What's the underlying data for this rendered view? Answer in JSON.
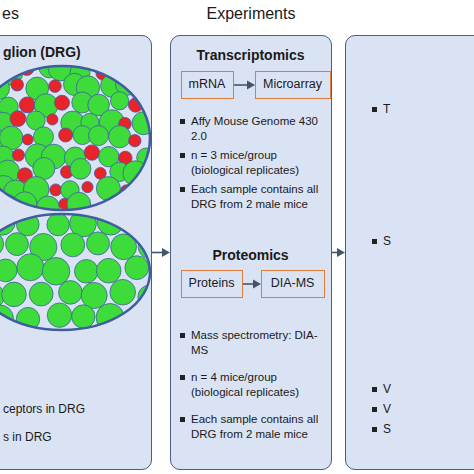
{
  "diagram": {
    "nodes": [
      {
        "text": [
          "glion (DRG)",
          "ceptors in DRG",
          "s in DRG"
        ]
      },
      {
        "text": [
          "Transcriptomics",
          "Affy Mouse Genome 430 2.0",
          "n = 3 mice/group (biological replicates)",
          "Each sample contains all DRG from 2 male mice",
          "Proteomics",
          "Mass spectrometry: DIA-MS",
          "n = 4 mice/group (biological replicates)",
          "Each sample contains all DRG from 2 male mice"
        ]
      },
      {
        "text": [
          "mRNA"
        ],
        "in": 1
      },
      {
        "text": [
          "Microarray"
        ],
        "in": 1
      },
      {
        "text": [
          "Proteins"
        ],
        "in": 1
      },
      {
        "text": [
          "DIA-MS"
        ],
        "in": 1
      },
      {
        "text": [
          "T",
          "S",
          "V",
          "V",
          "S"
        ]
      }
    ],
    "edges": [
      {
        "from": 0,
        "to": 1,
        "arrow": "to"
      },
      {
        "from": 2,
        "to": 3,
        "arrow": "to"
      },
      {
        "from": 1,
        "to": 6,
        "arrow": "to"
      },
      {
        "from": 4,
        "to": 5,
        "arrow": "to"
      }
    ],
    "labels": [
      "es",
      "Experiments"
    ]
  }
}
